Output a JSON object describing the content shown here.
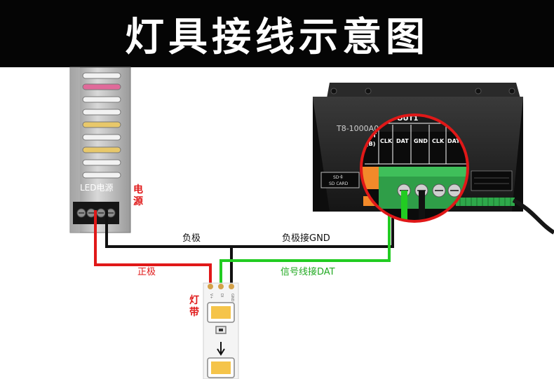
{
  "title": "灯具接线示意图",
  "power_supply": {
    "logo": "LED电源",
    "label_line1": "电",
    "label_line2": "源"
  },
  "controller": {
    "model": "T8-1000A0",
    "port_group": "OUT1",
    "port_left_partial_1": "UT",
    "port_left_partial_2": "(B)",
    "pins": [
      "CLK",
      "DAT",
      "GND",
      "CLK",
      "DAT"
    ],
    "sd_label_1": "SD卡",
    "sd_label_2": "SD CARD"
  },
  "wires": {
    "negative": "负极",
    "negative_to_gnd": "负极接GND",
    "positive": "正极",
    "signal_to_dat": "信号线接DAT"
  },
  "strip": {
    "label_line1": "灯",
    "label_line2": "带",
    "pad_labels": [
      "V+",
      "DI",
      "GND"
    ]
  },
  "colors": {
    "negative_wire": "#111111",
    "positive_wire": "#e01818",
    "signal_wire": "#22cc22",
    "label_red": "#e01818",
    "label_green": "#22aa22",
    "led_chip": "#f5c44a"
  }
}
